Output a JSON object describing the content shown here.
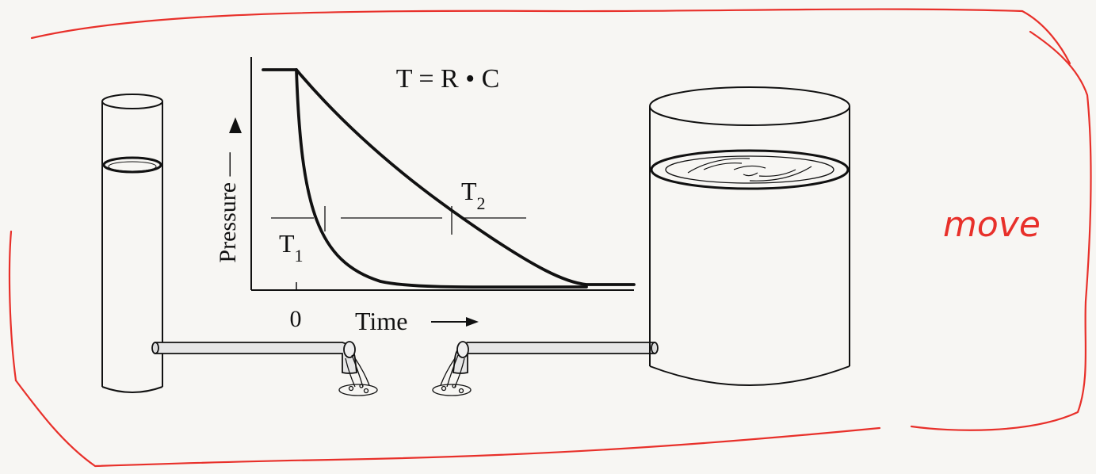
{
  "figure": {
    "equation": "T = R • C",
    "y_axis_label": "Pressure",
    "x_axis_label": "Time",
    "x_origin_label": "0",
    "marker_fast": {
      "letter": "T",
      "subscript": "1"
    },
    "marker_slow": {
      "letter": "T",
      "subscript": "2"
    },
    "curves": [
      {
        "name": "fast-decay",
        "time_constant_label": "T1"
      },
      {
        "name": "slow-decay",
        "time_constant_label": "T2"
      }
    ]
  },
  "annotation": {
    "handwritten_note": "move",
    "ink_color": "#e8302a"
  },
  "colors": {
    "ink": "#111111",
    "paper": "#f7f6f3",
    "annotation_red": "#e8302a"
  }
}
